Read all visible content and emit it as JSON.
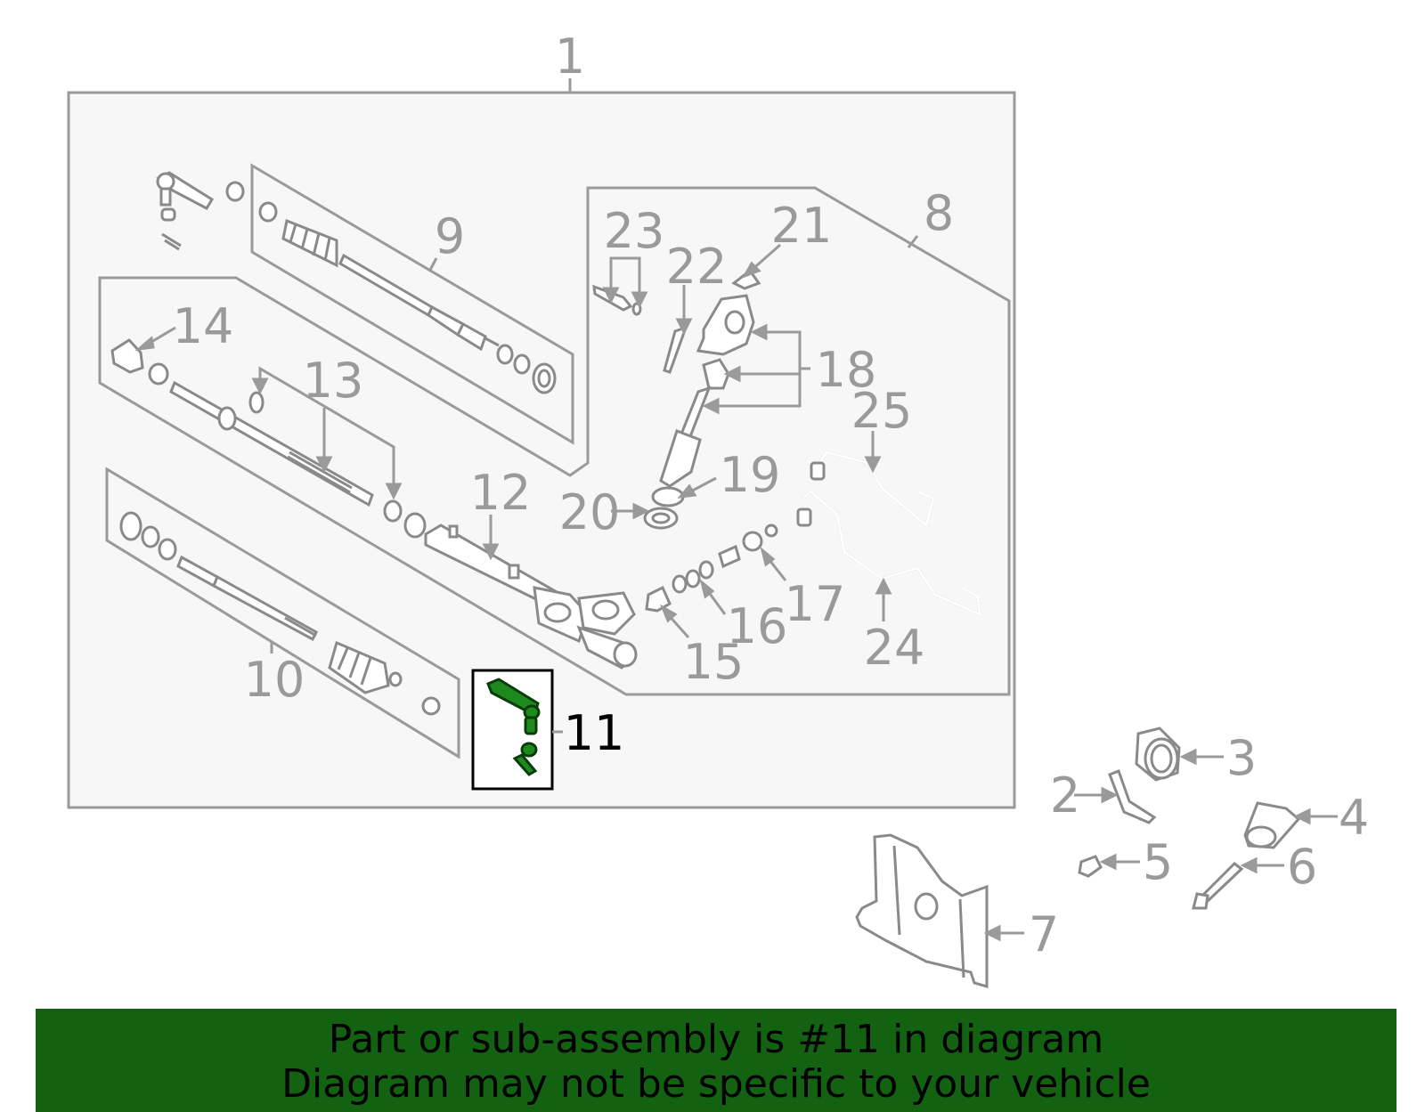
{
  "labels": {
    "l1": "1",
    "l2": "2",
    "l3": "3",
    "l4": "4",
    "l5": "5",
    "l6": "6",
    "l7": "7",
    "l8": "8",
    "l9": "9",
    "l10": "10",
    "l11": "11",
    "l12": "12",
    "l13": "13",
    "l14": "14",
    "l15": "15",
    "l16": "16",
    "l17": "17",
    "l18": "18",
    "l19": "19",
    "l20": "20",
    "l21": "21",
    "l22": "22",
    "l23": "23",
    "l24": "24",
    "l25": "25"
  },
  "highlight": {
    "part_number": "11",
    "color": "#1e8a1e"
  },
  "banner": {
    "line1": "Part or sub-assembly is #11 in diagram",
    "line2": "Diagram may not be specific to your vehicle",
    "background": "#126212"
  },
  "colors": {
    "line": "#9a9a9a",
    "panel": "#f7f7f7",
    "label_highlight": "#000000"
  }
}
